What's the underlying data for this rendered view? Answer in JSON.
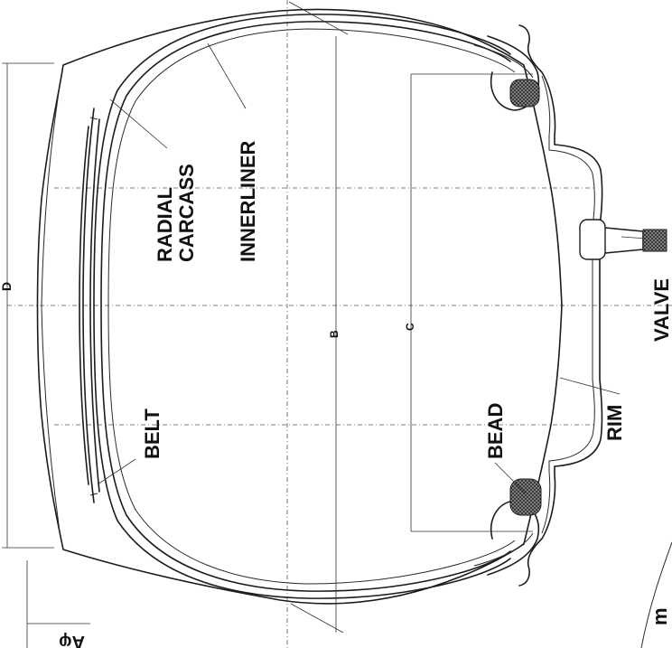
{
  "labels": {
    "radial_carcass_line1": "RADIAL",
    "radial_carcass_line2": "CARCASS",
    "innerliner": "INNERLINER",
    "belt": "BELT",
    "bead": "BEAD",
    "rim": "RIM",
    "valve": "VALVE"
  },
  "dimensions": {
    "d": "D",
    "b": "B",
    "c": "C",
    "a": "Aφ"
  },
  "corner_mark": "m"
}
